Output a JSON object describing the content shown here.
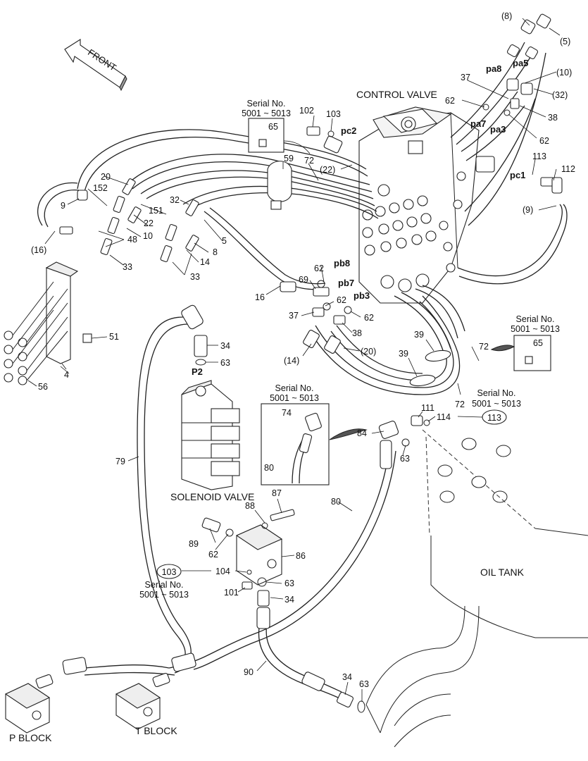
{
  "front_label": "FRONT",
  "components": {
    "control_valve": "CONTROL VALVE",
    "solenoid_valve": "SOLENOID VALVE",
    "oil_tank": "OIL TANK",
    "p_block": "P BLOCK",
    "t_block": "T BLOCK"
  },
  "ports": [
    "pa8",
    "pa5",
    "pa7",
    "pa3",
    "pc2",
    "pc1",
    "pb8",
    "pb7",
    "pb3",
    "P2"
  ],
  "serial_notes": [
    {
      "title": "Serial No.",
      "range": "5001 ~ 5013",
      "part": "65"
    },
    {
      "title": "Serial No.",
      "range": "5001 ~ 5013",
      "part": "65"
    },
    {
      "title": "Serial No.",
      "range": "5001 ~ 5013",
      "part": ""
    },
    {
      "title": "Serial No.",
      "range": "5001 ~ 5013",
      "part": ""
    },
    {
      "title": "Serial No.",
      "range": "5001 ~ 5013",
      "part": ""
    }
  ],
  "inset_labels": [
    "74",
    "80"
  ],
  "circled_refs": [
    "113",
    "103"
  ],
  "callouts": [
    "(8)",
    "(5)",
    "pa8",
    "pa5",
    "(10)",
    "37",
    "(32)",
    "62",
    "38",
    "62",
    "102",
    "103",
    "pc2",
    "(22)",
    "72",
    "59",
    "113",
    "112",
    "pc1",
    "(9)",
    "20",
    "152",
    "9",
    "151",
    "22",
    "10",
    "32",
    "5",
    "48",
    "(16)",
    "8",
    "14",
    "33",
    "33",
    "16",
    "69",
    "62",
    "pb8",
    "pb7",
    "pb3",
    "37",
    "62",
    "62",
    "38",
    "(14)",
    "(20)",
    "39",
    "39",
    "72",
    "72",
    "51",
    "4",
    "56",
    "34",
    "63",
    "84",
    "111",
    "114",
    "63",
    "79",
    "87",
    "88",
    "89",
    "62",
    "86",
    "104",
    "63",
    "101",
    "34",
    "80",
    "90",
    "34",
    "63"
  ]
}
